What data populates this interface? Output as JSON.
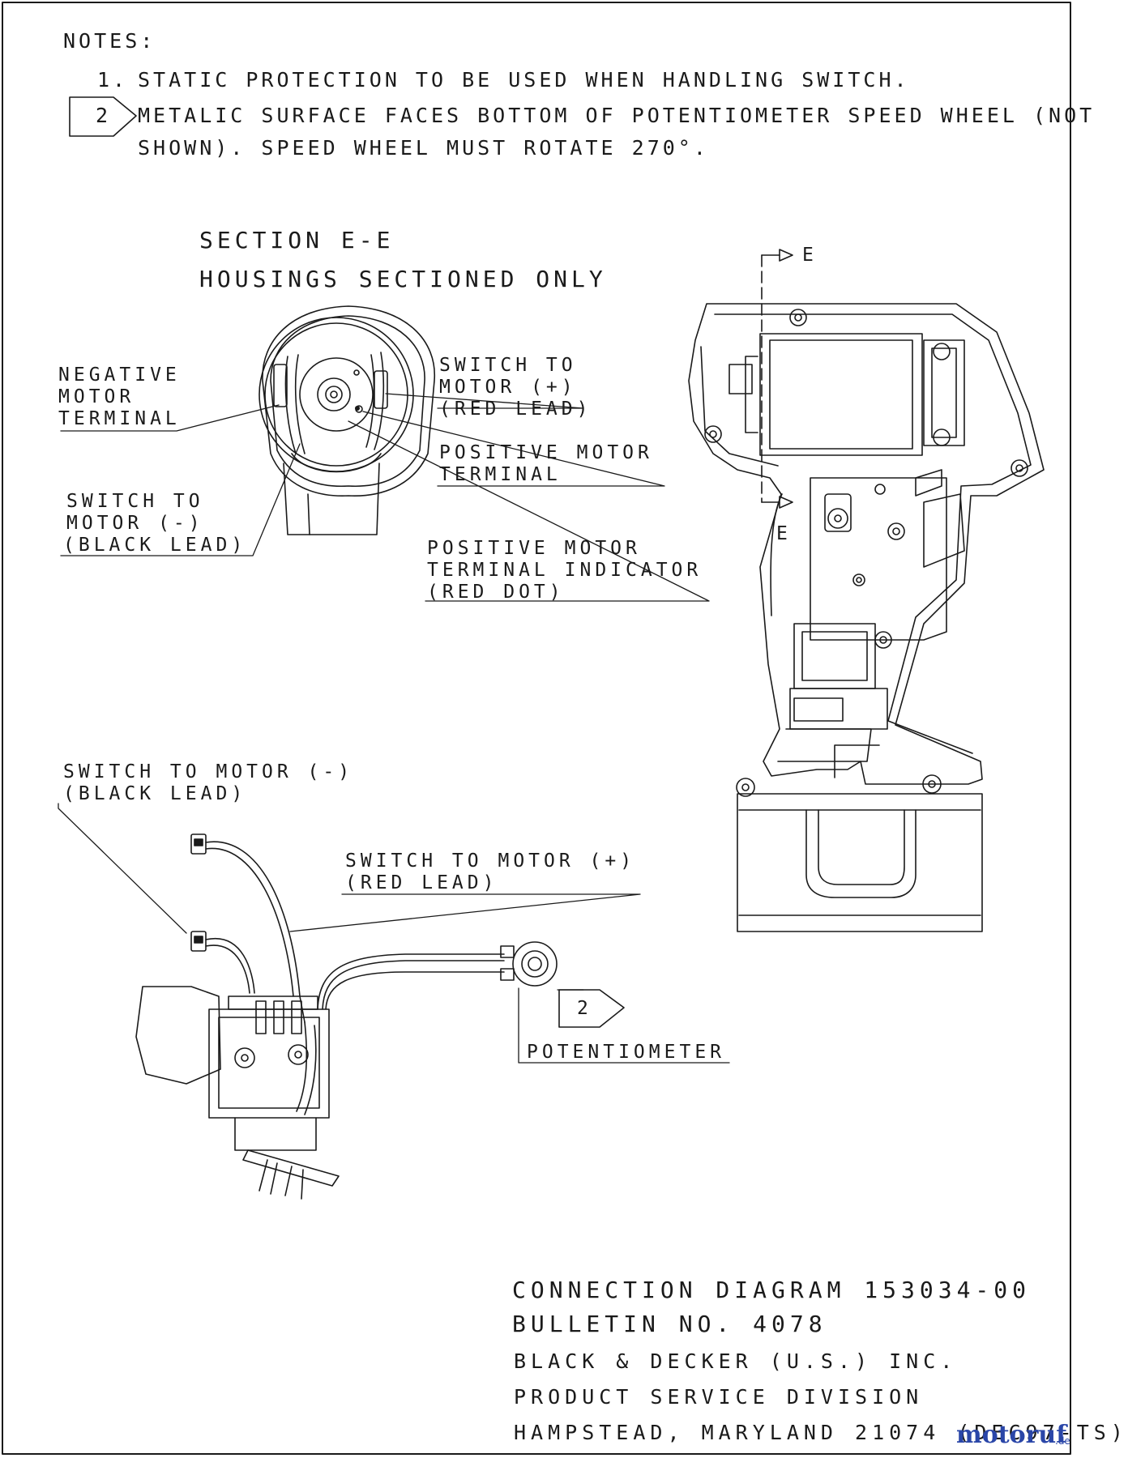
{
  "notes": {
    "header": "NOTES:",
    "items": [
      {
        "num": "1.",
        "lines": [
          "STATIC PROTECTION TO BE USED WHEN HANDLING SWITCH."
        ]
      },
      {
        "num": "2",
        "lines": [
          "METALIC SURFACE FACES BOTTOM OF POTENTIOMETER SPEED WHEEL (NOT",
          "SHOWN). SPEED WHEEL MUST ROTATE 270°."
        ]
      }
    ]
  },
  "section": {
    "title": "SECTION E-E",
    "subtitle": "HOUSINGS SECTIONED ONLY",
    "labels": {
      "negative_terminal": [
        "NEGATIVE",
        "MOTOR",
        "TERMINAL"
      ],
      "switch_motor_pos": [
        "SWITCH TO",
        "MOTOR (+)",
        "(RED LEAD)"
      ],
      "positive_terminal": [
        "POSITIVE MOTOR",
        "TERMINAL"
      ],
      "switch_motor_neg": [
        "SWITCH TO",
        "MOTOR (-)",
        "(BLACK LEAD)"
      ],
      "positive_indicator": [
        "POSITIVE MOTOR",
        "TERMINAL INDICATOR",
        "(RED DOT)"
      ]
    }
  },
  "section_marker": {
    "letter": "E"
  },
  "switch_assembly": {
    "black_lead": [
      "SWITCH TO MOTOR (-)",
      "(BLACK LEAD)"
    ],
    "red_lead": [
      "SWITCH TO MOTOR (+)",
      "(RED LEAD)"
    ],
    "potentiometer": "POTENTIOMETER",
    "note_flag": "2"
  },
  "title_block": {
    "diagram": "CONNECTION DIAGRAM 153034-00",
    "bulletin": "BULLETIN NO. 4078",
    "company": "BLACK & DECKER (U.S.) INC.",
    "division": "PRODUCT SERVICE DIVISION",
    "address": "HAMPSTEAD, MARYLAND 21074 (DEC97-TS)"
  },
  "watermark": {
    "name": "motoruf",
    "suffix": ".de"
  }
}
